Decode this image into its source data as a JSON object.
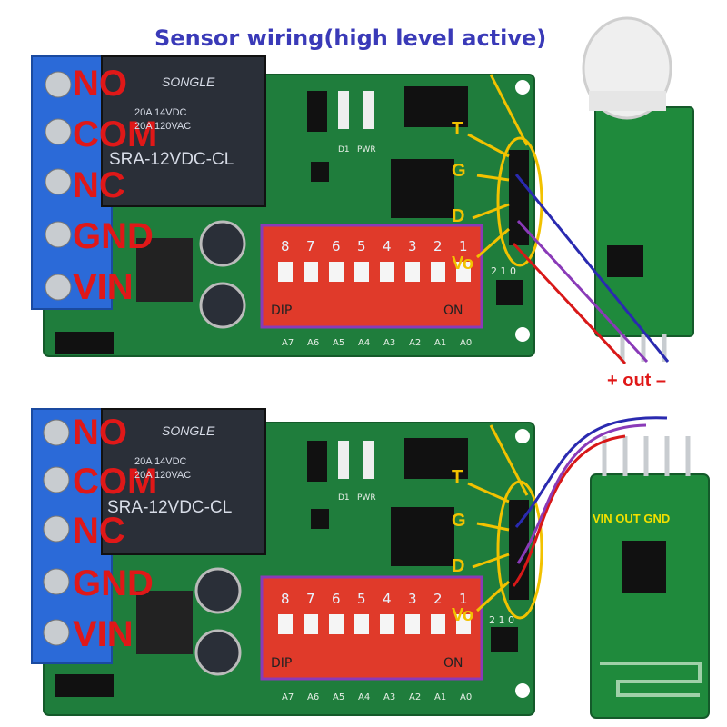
{
  "title": "Sensor wiring(high level active)",
  "terminals": [
    "NO",
    "COM",
    "NC",
    "GND",
    "VIN"
  ],
  "pin_labels": [
    "T",
    "G",
    "D",
    "Vo"
  ],
  "relay": {
    "brand": "SONGLE",
    "rating_line1": "20A 14VDC",
    "rating_line2": "20A 120VAC",
    "model": "SRA-12VDC-CL"
  },
  "silkscreen": {
    "d1": "D1",
    "pwr": "PWR",
    "dip": "DIP",
    "on": "ON",
    "header": "2 1 0"
  },
  "dip_numbers": [
    "8",
    "7",
    "6",
    "5",
    "4",
    "3",
    "2",
    "1"
  ],
  "address_labels": [
    "A7",
    "A6",
    "A5",
    "A4",
    "A3",
    "A2",
    "A1",
    "A0"
  ],
  "pir_pins": "+ out –",
  "radar_pins": "VIN OUT GND",
  "colors": {
    "title": "#3a3ab8",
    "label_red": "#e01818",
    "label_yellow": "#f2c200",
    "pcb": "#1f7d3c",
    "dip": "#e03a2a",
    "terminal": "#2b6ad8",
    "wire_red": "#d81818",
    "wire_purple": "#8a3ab8",
    "wire_blue": "#2a2ab0"
  }
}
